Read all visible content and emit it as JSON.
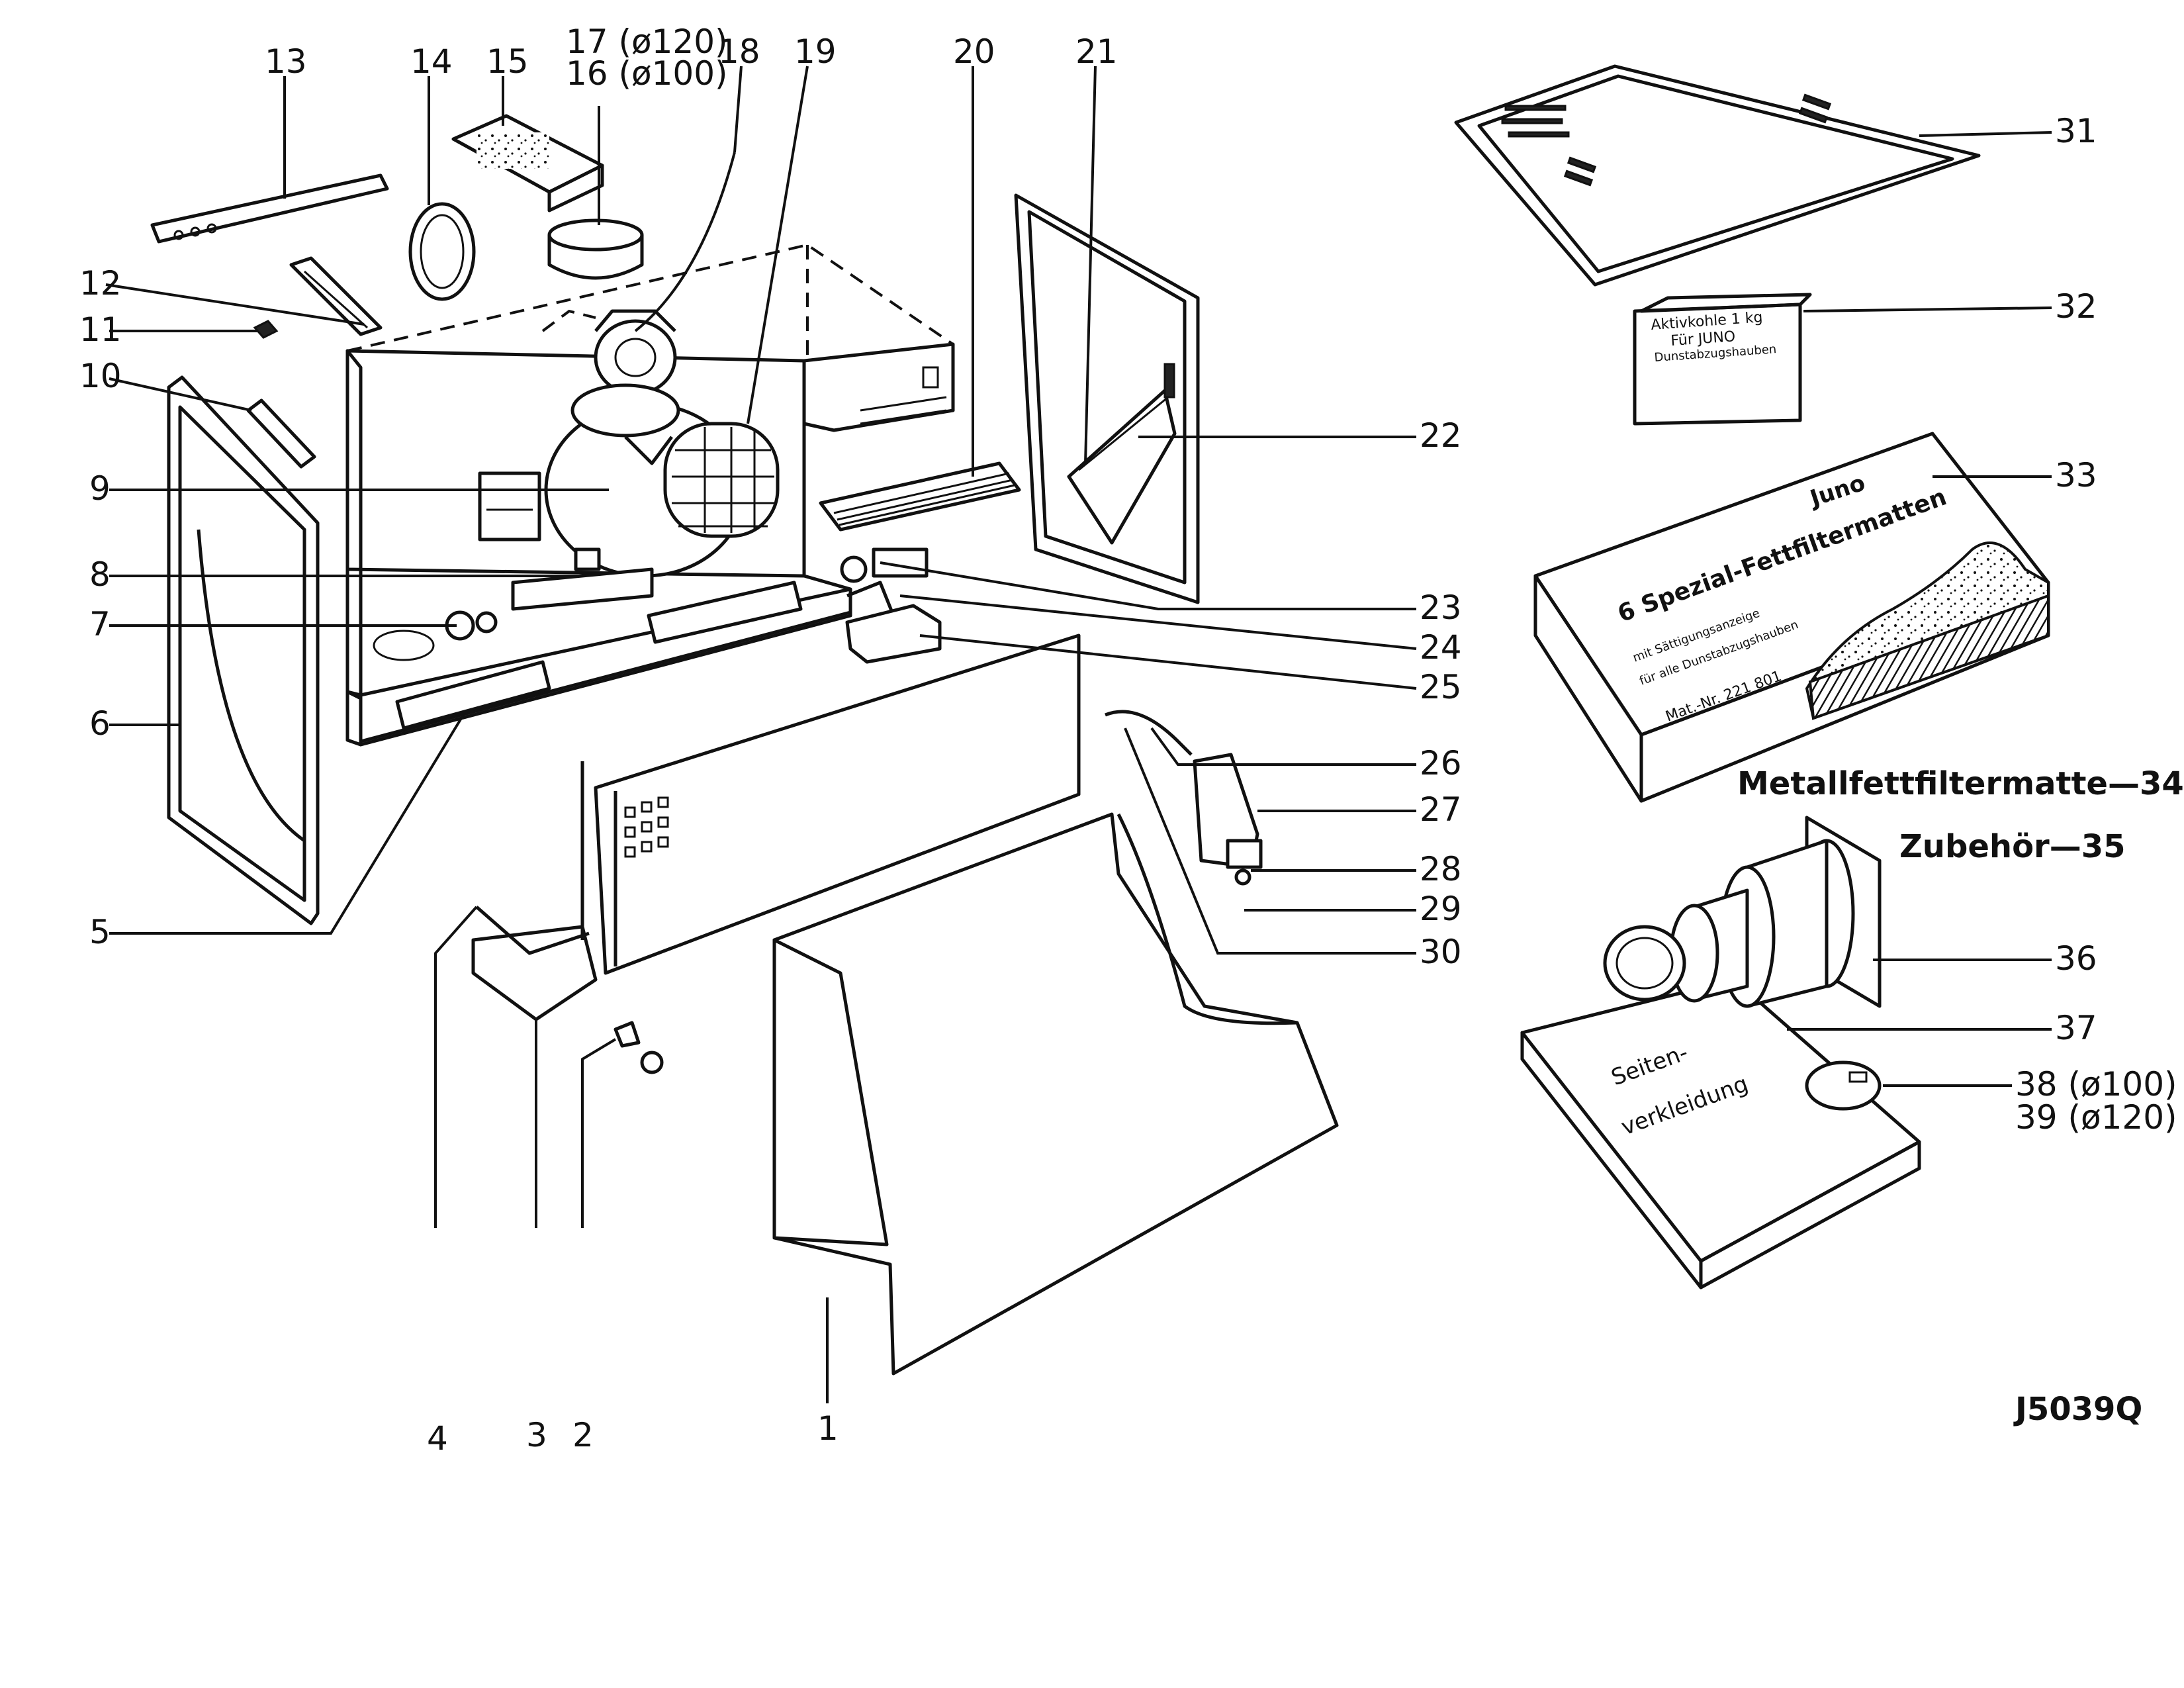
{
  "drawing_code": "J5039Q",
  "callouts": [
    {
      "id": "1",
      "text": "1"
    },
    {
      "id": "2",
      "text": "2"
    },
    {
      "id": "3",
      "text": "3"
    },
    {
      "id": "4",
      "text": "4"
    },
    {
      "id": "5",
      "text": "5"
    },
    {
      "id": "6",
      "text": "6"
    },
    {
      "id": "7",
      "text": "7"
    },
    {
      "id": "8",
      "text": "8"
    },
    {
      "id": "9",
      "text": "9"
    },
    {
      "id": "10",
      "text": "10"
    },
    {
      "id": "11",
      "text": "11"
    },
    {
      "id": "12",
      "text": "12"
    },
    {
      "id": "13",
      "text": "13"
    },
    {
      "id": "14",
      "text": "14"
    },
    {
      "id": "15",
      "text": "15"
    },
    {
      "id": "16",
      "text": "16 (ø100)"
    },
    {
      "id": "17",
      "text": "17 (ø120)"
    },
    {
      "id": "18",
      "text": "18"
    },
    {
      "id": "19",
      "text": "19"
    },
    {
      "id": "20",
      "text": "20"
    },
    {
      "id": "21",
      "text": "21"
    },
    {
      "id": "22",
      "text": "22"
    },
    {
      "id": "23",
      "text": "23"
    },
    {
      "id": "24",
      "text": "24"
    },
    {
      "id": "25",
      "text": "25"
    },
    {
      "id": "26",
      "text": "26"
    },
    {
      "id": "27",
      "text": "27"
    },
    {
      "id": "28",
      "text": "28"
    },
    {
      "id": "29",
      "text": "29"
    },
    {
      "id": "30",
      "text": "30"
    },
    {
      "id": "31",
      "text": "31"
    },
    {
      "id": "32",
      "text": "32"
    },
    {
      "id": "33",
      "text": "33"
    },
    {
      "id": "34",
      "text": "Metallfettfiltermatte—34"
    },
    {
      "id": "35",
      "text": "Zubehör—35"
    },
    {
      "id": "36",
      "text": "36"
    },
    {
      "id": "37",
      "text": "37"
    },
    {
      "id": "38",
      "text": "38 (ø100)"
    },
    {
      "id": "39",
      "text": "39 (ø120)"
    }
  ],
  "package_texts": {
    "charcoal_box": [
      "Aktivkohle 1 kg",
      "Für JUNO",
      "Dunstabzugshauben"
    ],
    "filter_box_brand": "Juno",
    "filter_box_title": "6 Spezial-Fettfiltermatten",
    "filter_box_lines": [
      "mit Sättigungsanzeige",
      "für alle Dunstabzugshauben"
    ],
    "filter_box_material": "Mat.-Nr. 221 801",
    "side_panel_text": [
      "Seiten-",
      "verkleidung"
    ]
  }
}
